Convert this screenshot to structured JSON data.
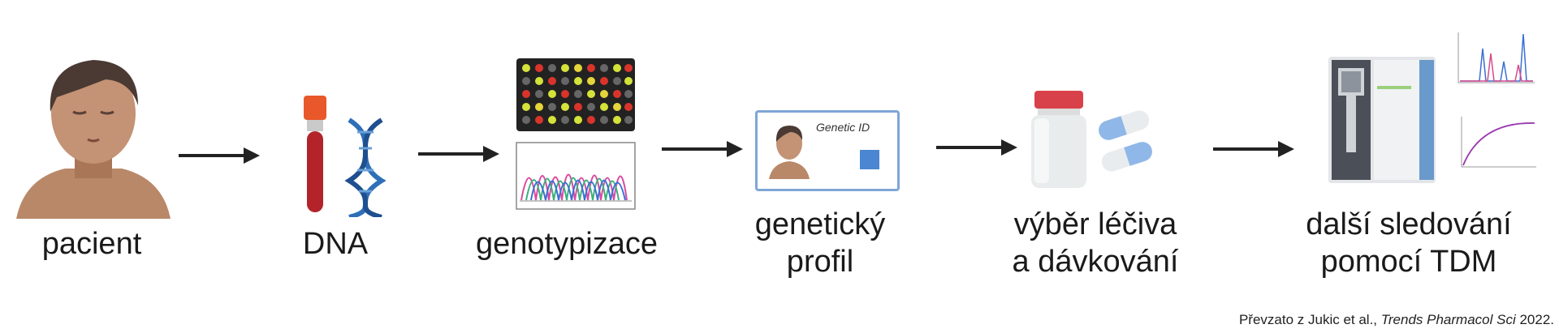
{
  "steps": [
    {
      "id": "pacient",
      "label_lines": [
        "pacient"
      ]
    },
    {
      "id": "dna",
      "label_lines": [
        "DNA"
      ]
    },
    {
      "id": "genotyping",
      "label_lines": [
        "genotypizace"
      ]
    },
    {
      "id": "genetic-profile",
      "label_lines": [
        "genetický",
        "profil"
      ]
    },
    {
      "id": "drug-selection",
      "label_lines": [
        "výběr léčiva",
        "a dávkování"
      ]
    },
    {
      "id": "followup",
      "label_lines": [
        "další sledování",
        "pomocí TDM"
      ]
    }
  ],
  "card": {
    "title": "Genetic ID"
  },
  "citation": {
    "prefix": "Převzato z Jukic et al., ",
    "journal": "Trends Pharmacol Sci",
    "year": " 2022."
  },
  "colors": {
    "arrow": "#222222",
    "skin": "#b98868",
    "hair": "#4a3a33",
    "blood": "#b3232a",
    "cap": "#e8582a",
    "dna_blue": "#2e6fb7",
    "pill_blue": "#8fb8e8",
    "card_border": "#7fa6d8",
    "card_square": "#4a86d1"
  }
}
